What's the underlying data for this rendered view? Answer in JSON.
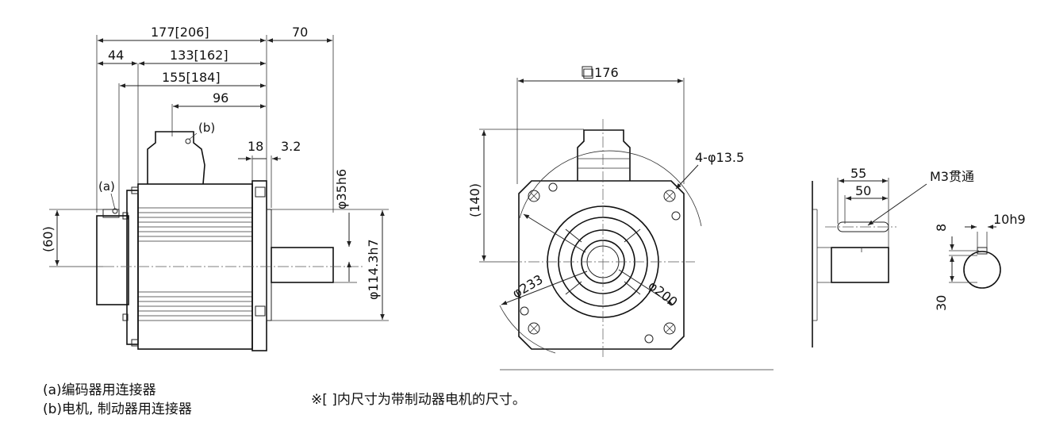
{
  "dimensions": {
    "side_view": {
      "total_length": "177[206]",
      "flange_depth": "70",
      "encoder_offset": "44",
      "body_length": "133[162]",
      "body_length_2": "155[184]",
      "connector_offset": "96",
      "flange_thickness": "18",
      "spigot_depth": "3.2",
      "encoder_height": "(60)",
      "shaft_diameter": "φ35h6",
      "spigot_diameter": "φ114.3h7",
      "label_a": "(a)",
      "label_b": "(b)"
    },
    "front_view": {
      "flange_square": "□176",
      "connector_height": "(140)",
      "mount_holes": "4-φ13.5",
      "bolt_circle": "φ233",
      "pilot_circle": "φ200"
    },
    "shaft_view": {
      "shaft_length": "55",
      "key_length": "50",
      "tapped_hole": "M3贯通",
      "key_width": "10h9",
      "key_depth": "8",
      "shaft_dim": "30"
    }
  },
  "notes": {
    "note_a": "(a)编码器用连接器",
    "note_b": "(b)电机, 制动器用连接器",
    "bracket_note": "※[ ]内尺寸为带制动器电机的尺寸。"
  },
  "colors": {
    "line": "#222222",
    "background": "#ffffff"
  }
}
